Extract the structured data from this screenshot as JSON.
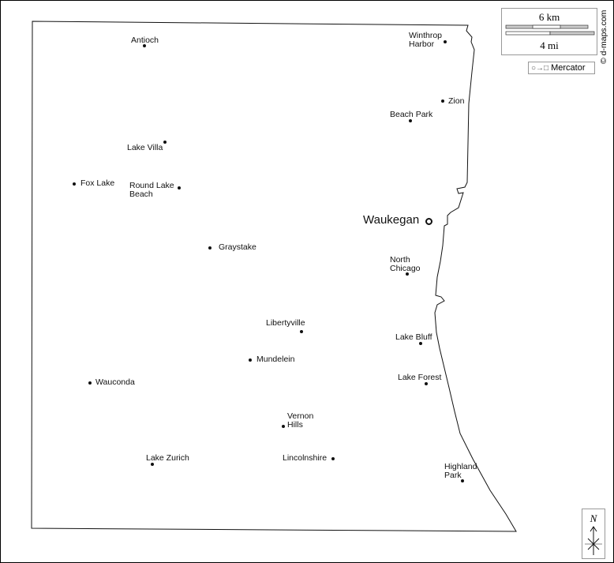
{
  "map": {
    "capital": {
      "name": "Waukegan"
    },
    "cities": [
      {
        "name": "Antioch",
        "lines": [
          "Antioch"
        ]
      },
      {
        "name": "Winthrop Harbor",
        "lines": [
          "Winthrop",
          "Harbor"
        ]
      },
      {
        "name": "Zion",
        "lines": [
          "Zion"
        ]
      },
      {
        "name": "Beach Park",
        "lines": [
          "Beach Park"
        ]
      },
      {
        "name": "Lake Villa",
        "lines": [
          "Lake Villa"
        ]
      },
      {
        "name": "Fox Lake",
        "lines": [
          "Fox Lake"
        ]
      },
      {
        "name": "Round Lake Beach",
        "lines": [
          "Round Lake",
          "Beach"
        ]
      },
      {
        "name": "Graystake",
        "lines": [
          "Graystake"
        ]
      },
      {
        "name": "North Chicago",
        "lines": [
          "North",
          "Chicago"
        ]
      },
      {
        "name": "Libertyville",
        "lines": [
          "Libertyville"
        ]
      },
      {
        "name": "Lake Bluff",
        "lines": [
          "Lake Bluff"
        ]
      },
      {
        "name": "Mundelein",
        "lines": [
          "Mundelein"
        ]
      },
      {
        "name": "Lake Forest",
        "lines": [
          "Lake Forest"
        ]
      },
      {
        "name": "Wauconda",
        "lines": [
          "Wauconda"
        ]
      },
      {
        "name": "Vernon Hills",
        "lines": [
          "Vernon",
          "Hills"
        ]
      },
      {
        "name": "Lake Zurich",
        "lines": [
          "Lake Zurich"
        ]
      },
      {
        "name": "Lincolnshire",
        "lines": [
          "Lincolnshire"
        ]
      },
      {
        "name": "Highland Park",
        "lines": [
          "Highland",
          "Park"
        ]
      }
    ]
  },
  "scale": {
    "km_label": "6 km",
    "mi_label": "4 mi"
  },
  "credit": "© d-maps.com",
  "projection": "Mercator",
  "compass": {
    "north": "N"
  }
}
